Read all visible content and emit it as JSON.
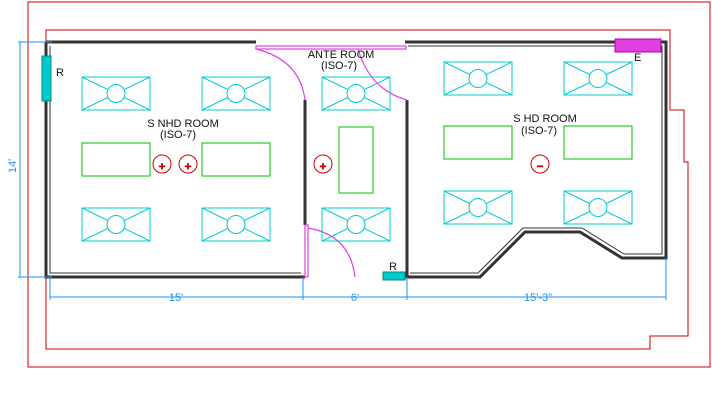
{
  "colors": {
    "border": "#cc0000",
    "wall": "#333333",
    "fixture": "#00cccc",
    "table": "#00bb00",
    "door": "#e040e0",
    "dimension": "#1e90ff",
    "pressure": "#cc0000",
    "marker_r": "#00cccc",
    "marker_e": "#e040e0"
  },
  "rooms": {
    "ante": {
      "name": "ANTE ROOM",
      "class": "(ISO-7)"
    },
    "nhd": {
      "name": "S NHD ROOM",
      "class": "(ISO-7)"
    },
    "hd": {
      "name": "S HD ROOM",
      "class": "(ISO-7)"
    }
  },
  "markers": {
    "r_left": "R",
    "r_bottom": "R",
    "e_top": "E"
  },
  "pressure": [
    "+",
    "+",
    "+",
    "−"
  ],
  "dimensions": {
    "height": "14'",
    "nhd_width": "15'",
    "ante_width": "6'",
    "hd_width": "15'-3\""
  },
  "icons": {
    "fixture": "hepa-filter-icon",
    "table": "workbench",
    "pressure": "pressure-indicator-icon"
  }
}
